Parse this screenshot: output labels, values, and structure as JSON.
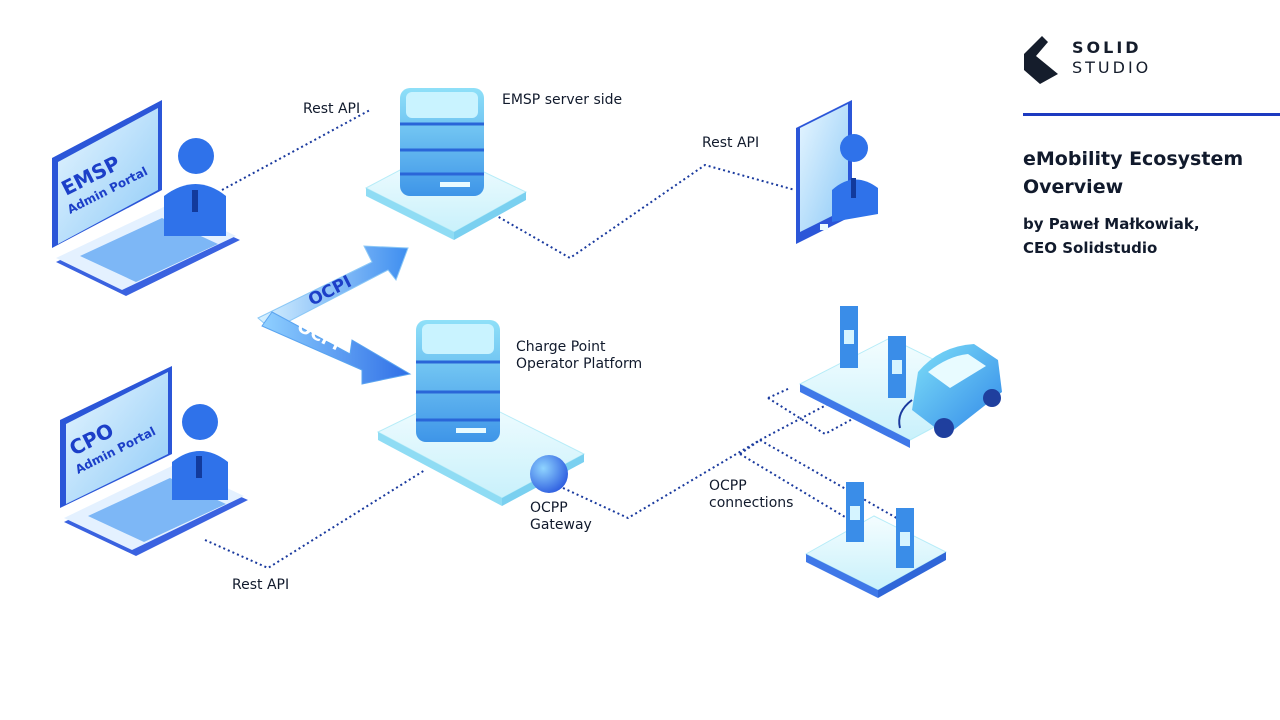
{
  "brand": {
    "line1": "SOLID",
    "line2": "STUDIO"
  },
  "heading": {
    "line1": "eMobility Ecosystem",
    "line2": "Overview"
  },
  "byline": {
    "line1": "by Paweł Małkowiak,",
    "line2": "CEO Solidstudio"
  },
  "nodes": {
    "emsp_portal": {
      "line1": "EMSP",
      "line2": "Admin Portal"
    },
    "cpo_portal": {
      "line1": "CPO",
      "line2": "Admin Portal"
    },
    "emsp_server": "EMSP server side",
    "cpo_platform": {
      "line1": "Charge Point",
      "line2": "Operator Platform"
    },
    "ocpp_gateway": {
      "line1": "OCPP",
      "line2": "Gateway"
    }
  },
  "links": {
    "rest_api_emsp": "Rest API",
    "rest_api_mobile": "Rest API",
    "rest_api_cpo": "Rest API",
    "ocpp_connections": {
      "line1": "OCPP",
      "line2": "connections"
    }
  },
  "ocpi_arrows": {
    "upper": "OCPI",
    "lower": "OCPI"
  },
  "colors": {
    "accent": "#1d3ac0",
    "primary": "#2f7de6",
    "light": "#bfeefa",
    "dotted": "#1a3a9e"
  }
}
